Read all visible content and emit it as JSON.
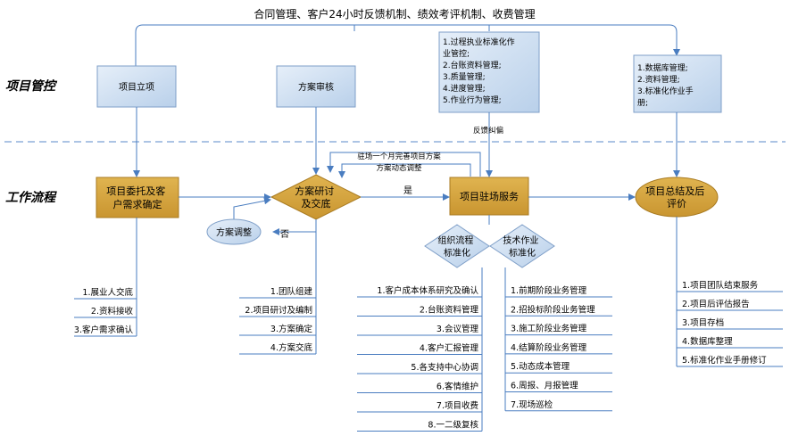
{
  "top_banner": "合同管理、客户24小时反馈机制、绩效考评机制、收费管理",
  "lanes": {
    "management": "项目管控",
    "workflow": "工作流程"
  },
  "mgmt_boxes": {
    "initiation": "项目立项",
    "plan_review": "方案审核",
    "process_lines": [
      "1.过程执业标准化作",
      "业管控;",
      "2.台账资料管理;",
      "3.质量管理;",
      "4.进度管理;",
      "5.作业行为管理;"
    ],
    "archive_lines": [
      "1.数据库管理;",
      "2.资料管理;",
      "3.标准化作业手",
      "册;"
    ]
  },
  "feedback_label": "反馈纠偏",
  "loop_labels": {
    "monthly": "驻场一个月完善项目方案",
    "dynamic": "方案动态调整"
  },
  "flow": {
    "entrust": [
      "项目委托及客",
      "户需求确定"
    ],
    "research": [
      "方案研讨",
      "及交底"
    ],
    "onsite": "项目驻场服务",
    "summary": [
      "项目总结及后",
      "评价"
    ],
    "adjust": "方案调整",
    "yes": "是",
    "no": "否",
    "org_std": [
      "组织流程",
      "标准化"
    ],
    "tech_std": [
      "技术作业",
      "标准化"
    ]
  },
  "lists": {
    "entrust": [
      "1.展业人交底",
      "2.资料接收",
      "3.客户需求确认"
    ],
    "research": [
      "1.团队组建",
      "2.项目研讨及编制",
      "3.方案确定",
      "4.方案交底"
    ],
    "org": [
      "1.客户成本体系研究及确认",
      "2.台账资料管理",
      "3.会议管理",
      "4.客户汇报管理",
      "5.各支持中心协调",
      "6.客情维护",
      "7.项目收费",
      "8.一二级复核"
    ],
    "tech": [
      "1.前期阶段业务管理",
      "2.招投标阶段业务管理",
      "3.施工阶段业务管理",
      "4.结算阶段业务管理",
      "5.动态成本管理",
      "6.周报、月报管理",
      "7.现场巡检"
    ],
    "summary": [
      "1.项目团队结束服务",
      "2.项目后评估报告",
      "3.项目存档",
      "4.数据库整理",
      "5.标准化作业手册修订"
    ]
  },
  "colors": {
    "connector": "#4a7dc0",
    "mgmt_fill": "#cfe0f3",
    "flow_fill": "#d8a640",
    "oval_fill": "#cfe0f3",
    "divider": "#5a8ac8"
  }
}
